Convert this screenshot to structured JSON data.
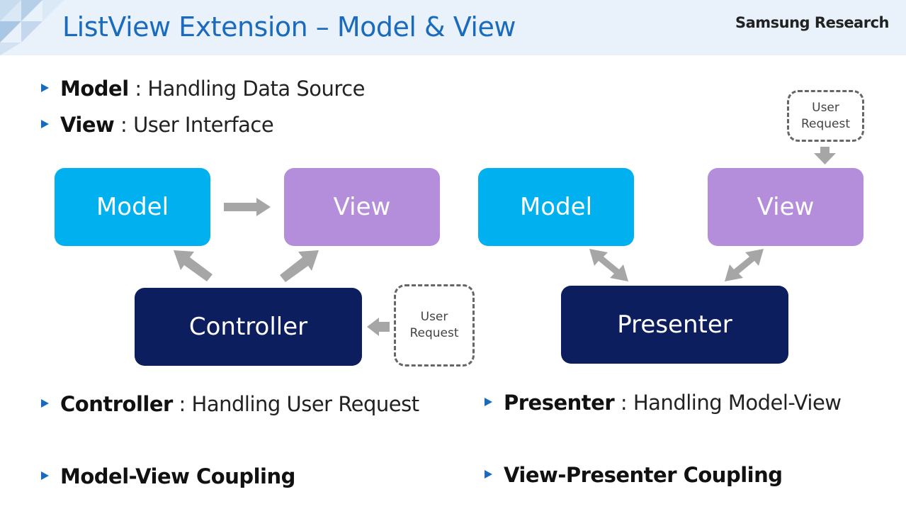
{
  "header": {
    "title": "ListView Extension – Model & View",
    "brand": "Samsung Research"
  },
  "bullets_top": [
    {
      "term": "Model",
      "sep": " : ",
      "desc": "Handling Data Source"
    },
    {
      "term": "View",
      "sep": " : ",
      "desc": "User Interface"
    }
  ],
  "mvc": {
    "model": "Model",
    "view": "View",
    "controller": "Controller",
    "request": [
      "User",
      "Request"
    ]
  },
  "mvp": {
    "model": "Model",
    "view": "View",
    "presenter": "Presenter",
    "request": [
      "User",
      "Request"
    ]
  },
  "bullets_bottom": {
    "controller": {
      "term": "Controller",
      "sep": " : ",
      "desc": "Handling User Request"
    },
    "presenter": {
      "term": "Presenter",
      "sep": " : ",
      "desc": "Handling Model-View"
    },
    "mv_coupling": "Model-View Coupling",
    "vp_coupling": "View-Presenter Coupling"
  },
  "colors": {
    "title": "#1b6bbd",
    "model": "#00b0ef",
    "view": "#b48ddb",
    "controller": "#0c1e5e",
    "arrow": "#a6a6a6"
  }
}
